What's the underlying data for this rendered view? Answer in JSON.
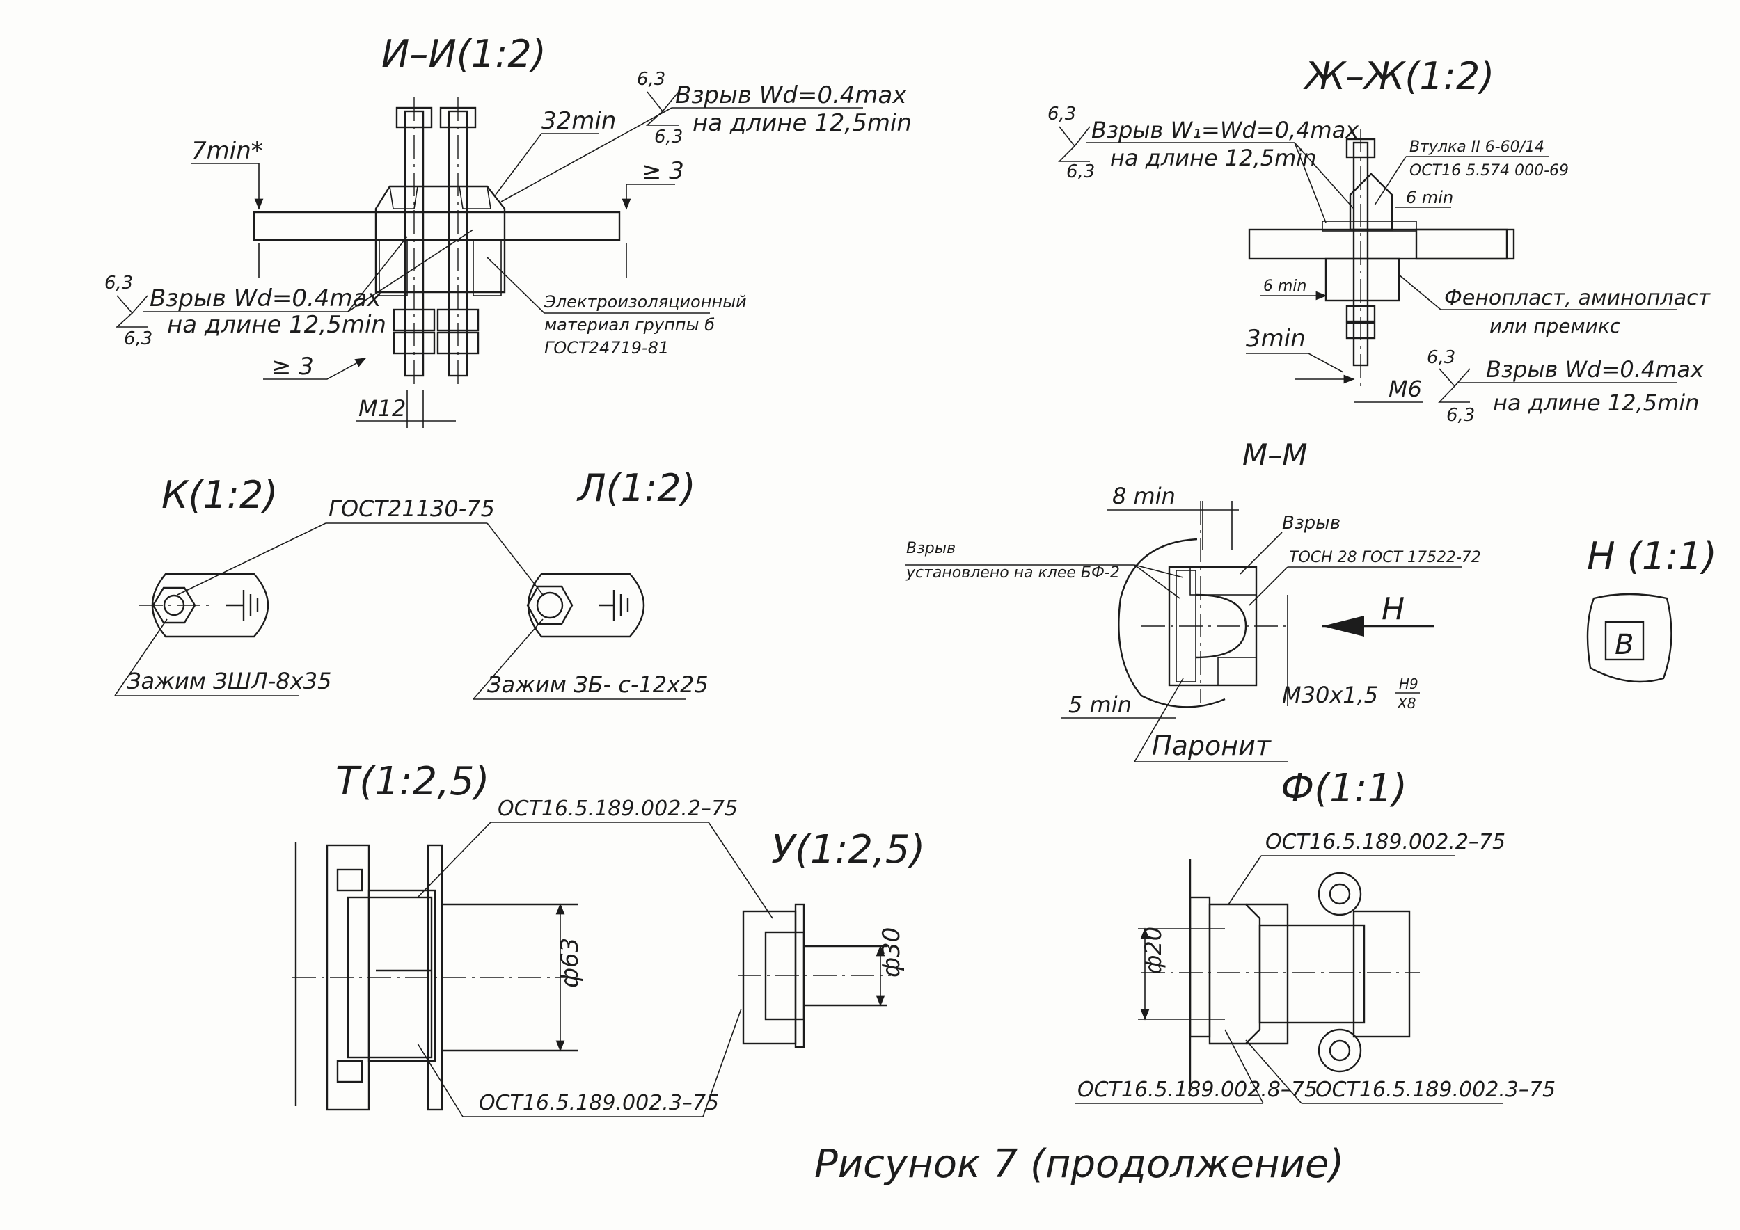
{
  "figure": {
    "caption": "Рисунок 7 (продолжение)"
  },
  "views": {
    "ii": {
      "title": "И–И(1:2)",
      "top_note": {
        "roughness_top": "6,3",
        "roughness_bottom": "6,3",
        "line1": "Взрыв Wd=0.4max",
        "line2": "на длине 12,5min"
      },
      "left_note": {
        "roughness_top": "6,3",
        "roughness_bottom": "6,3",
        "line1": "Взрыв Wd=0.4max",
        "line2": "на длине 12,5min"
      },
      "dim_7min": "7min*",
      "dim_32min": "32min",
      "dim_ge3_right": "≥ 3",
      "dim_ge3_left": "≥ 3",
      "dim_m12": "M12",
      "material_line1": "Электроизоляционный",
      "material_line2": "материал группы б",
      "material_line3": "ГОСТ24719-81"
    },
    "zhzh": {
      "title": "Ж–Ж(1:2)",
      "left_note": {
        "roughness_top": "6,3",
        "roughness_bottom": "6,3",
        "line1": "Взрыв W₁=Wd=0,4max",
        "line2": "на длине 12,5min"
      },
      "bushing_line1": "Втулка II 6-60/14",
      "bushing_line2": "ОСТ16 5.574 000-69",
      "dim_6min_top": "6 min",
      "dim_6min_left": "6 min",
      "material_line1": "Фенопласт, аминопласт",
      "material_line2": "или премикс",
      "dim_3min": "3min",
      "dim_m6": "M6",
      "bottom_note": {
        "roughness_top": "6,3",
        "roughness_bottom": "6,3",
        "line1": "Взрыв Wd=0.4max",
        "line2": "на длине 12,5min"
      }
    },
    "k": {
      "title": "К(1:2)",
      "clamp": "Зажим ЗШЛ-8х35"
    },
    "l": {
      "title": "Л(1:2)",
      "clamp": "Зажим ЗБ- с-12х25"
    },
    "k_l_standard": "ГОСТ21130-75",
    "mm": {
      "title": "М–М",
      "dim_8min": "8 min",
      "vzryv_right": "Взрыв",
      "tosh": "ТОСН 28 ГОСТ 17522-72",
      "vzryv_left_line1": "Взрыв",
      "vzryv_left_line2": "установлено на клее БФ-2",
      "arrow_label": "Н",
      "thread": "М30х1,5",
      "fit_top": "H9",
      "fit_bottom": "X8",
      "dim_5min": "5 min",
      "paronit": "Паронит"
    },
    "n": {
      "title": "Н (1:1)",
      "mark": "B"
    },
    "t": {
      "title": "Т(1:2,5)",
      "ost_top": "ОСТ16.5.189.002.2–75",
      "diameter": "ф63",
      "ost_bottom": "ОСТ16.5.189.002.3–75"
    },
    "u": {
      "title": "У(1:2,5)",
      "diameter": "ф30"
    },
    "f": {
      "title": "Ф(1:1)",
      "ost_top": "ОСТ16.5.189.002.2–75",
      "diameter": "ф20",
      "ost_bottom_left": "ОСТ16.5.189.002.8–75",
      "ost_bottom_right": "ОСТ16.5.189.002.3–75"
    }
  }
}
